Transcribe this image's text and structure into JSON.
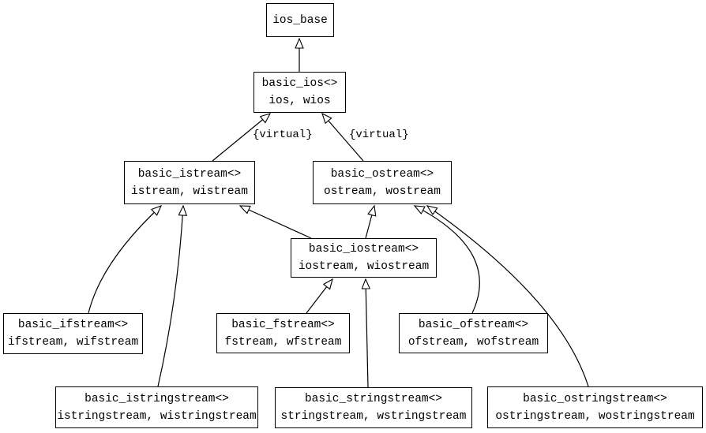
{
  "nodes": {
    "ios_base": {
      "title": "ios_base"
    },
    "basic_ios": {
      "title": "basic_ios<>",
      "subtitle": "ios, wios"
    },
    "basic_istream": {
      "title": "basic_istream<>",
      "subtitle": "istream, wistream"
    },
    "basic_ostream": {
      "title": "basic_ostream<>",
      "subtitle": "ostream, wostream"
    },
    "basic_iostream": {
      "title": "basic_iostream<>",
      "subtitle": "iostream, wiostream"
    },
    "basic_ifstream": {
      "title": "basic_ifstream<>",
      "subtitle": "ifstream, wifstream"
    },
    "basic_fstream": {
      "title": "basic_fstream<>",
      "subtitle": "fstream, wfstream"
    },
    "basic_ofstream": {
      "title": "basic_ofstream<>",
      "subtitle": "ofstream, wofstream"
    },
    "basic_istringstream": {
      "title": "basic_istringstream<>",
      "subtitle": "istringstream, wistringstream"
    },
    "basic_stringstream": {
      "title": "basic_stringstream<>",
      "subtitle": "stringstream, wstringstream"
    },
    "basic_ostringstream": {
      "title": "basic_ostringstream<>",
      "subtitle": "ostringstream, wostringstream"
    }
  },
  "edge_labels": {
    "left_virtual": "{virtual}",
    "right_virtual": "{virtual}"
  },
  "edges": [
    {
      "from": "basic_ios<>",
      "to": "ios_base",
      "label": ""
    },
    {
      "from": "basic_istream<>",
      "to": "basic_ios<>",
      "label": "{virtual}"
    },
    {
      "from": "basic_ostream<>",
      "to": "basic_ios<>",
      "label": "{virtual}"
    },
    {
      "from": "basic_iostream<>",
      "to": "basic_istream<>",
      "label": ""
    },
    {
      "from": "basic_iostream<>",
      "to": "basic_ostream<>",
      "label": ""
    },
    {
      "from": "basic_ifstream<>",
      "to": "basic_istream<>",
      "label": ""
    },
    {
      "from": "basic_istringstream<>",
      "to": "basic_istream<>",
      "label": ""
    },
    {
      "from": "basic_fstream<>",
      "to": "basic_iostream<>",
      "label": ""
    },
    {
      "from": "basic_stringstream<>",
      "to": "basic_iostream<>",
      "label": ""
    },
    {
      "from": "basic_ofstream<>",
      "to": "basic_ostream<>",
      "label": ""
    },
    {
      "from": "basic_ostringstream<>",
      "to": "basic_ostream<>",
      "label": ""
    }
  ],
  "colors": {
    "line": "#000000",
    "box_border": "#000000",
    "box_fill": "#ffffff",
    "background": "#ffffff",
    "text": "#000000"
  }
}
